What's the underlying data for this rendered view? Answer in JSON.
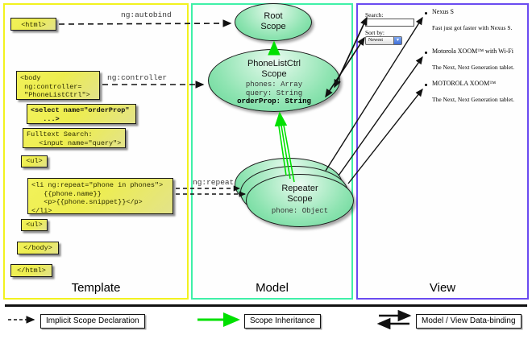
{
  "diagram": {
    "title": "AngularJS Template / Model / View data-binding diagram",
    "panels": [
      {
        "key": "template",
        "label": "Template",
        "border_color": "#f2f21f"
      },
      {
        "key": "model",
        "label": "Model",
        "border_color": "#3ff0a8"
      },
      {
        "key": "view",
        "label": "View",
        "border_color": "#6a4bf0"
      }
    ]
  },
  "template": {
    "boxes": [
      {
        "name": "html-open-box",
        "text": "<html>"
      },
      {
        "name": "body-open-box",
        "text": "<body\n ng:controller=\n \"PhoneListCtrl\">"
      },
      {
        "name": "select-box",
        "text": "<select name=\"orderProp\"\n   ...>"
      },
      {
        "name": "search-input-box",
        "text": "Fulltext Search:\n   <input name=\"query\">"
      },
      {
        "name": "ul-open-box",
        "text": "<ul>"
      },
      {
        "name": "li-repeat-box",
        "text": "<li ng:repeat=\"phone in phones\">\n   {{phone.name}}\n   <p>{{phone.snippet}}</p>\n</li>"
      },
      {
        "name": "ul-close-box",
        "text": "<ul>"
      },
      {
        "name": "body-close-box",
        "text": "</body>"
      },
      {
        "name": "html-close-box",
        "text": "</html>"
      }
    ]
  },
  "model": {
    "scopes": [
      {
        "name": "root-scope",
        "title_lines": [
          "Root",
          "Scope"
        ],
        "props": []
      },
      {
        "name": "phonelistctrl-scope",
        "title_lines": [
          "PhoneListCtrl",
          "Scope"
        ],
        "props": [
          {
            "text": "phones: Array",
            "strong": false
          },
          {
            "text": "query: String",
            "strong": false
          },
          {
            "text": "orderProp: String",
            "strong": true
          }
        ]
      },
      {
        "name": "repeater-scope",
        "title_lines": [
          "Repeater",
          "Scope"
        ],
        "props": [
          {
            "text": "phone: Object",
            "strong": false
          }
        ]
      }
    ]
  },
  "view": {
    "search_label": "Search:",
    "search_value": "",
    "sort_label": "Sort by:",
    "sort_selected": "Newest",
    "items": [
      {
        "title": "Nexus S",
        "snippet": "Fast just got faster with Nexus S."
      },
      {
        "title": "Motorola XOOM™ with Wi-Fi",
        "snippet": "The Next, Next Generation tablet."
      },
      {
        "title": "MOTOROLA XOOM™",
        "snippet": "The Next, Next Generation tablet."
      }
    ]
  },
  "connectors": [
    {
      "name": "ng-autobind-label",
      "text": "ng:autobind"
    },
    {
      "name": "ng-controller-label",
      "text": "ng:controller"
    },
    {
      "name": "ng-repeat-label",
      "text": "ng:repeat"
    }
  ],
  "legend": {
    "items": [
      {
        "name": "legend-implicit-scope-declaration",
        "label": "Implicit Scope Declaration",
        "style": "dashed-black-arrow",
        "color": "#111111"
      },
      {
        "name": "legend-scope-inheritance",
        "label": "Scope Inheritance",
        "style": "solid-green-arrow",
        "color": "#00e000"
      },
      {
        "name": "legend-model-view-databinding",
        "label": "Model / View Data-binding",
        "style": "double-black-arrow",
        "color": "#111111"
      }
    ]
  }
}
